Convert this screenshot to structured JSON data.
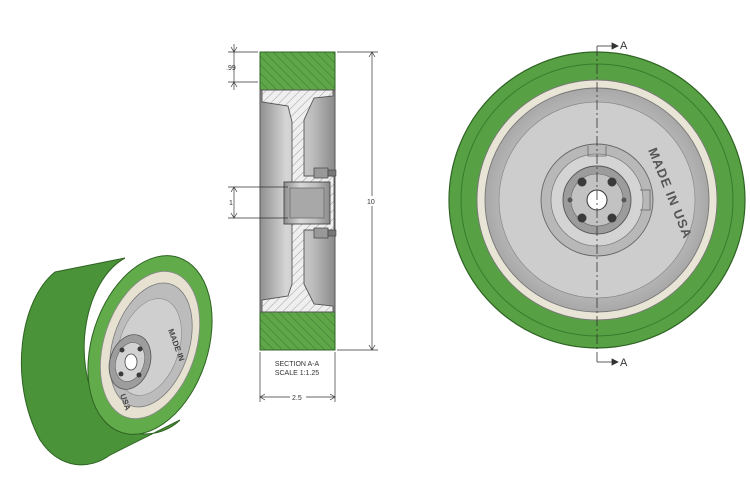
{
  "drawing": {
    "section_view": {
      "caption_line1": "SECTION A-A",
      "caption_line2": "SCALE 1:1.25",
      "dim_tread_thickness": ".99",
      "dim_bore": "1",
      "dim_overall_diameter": "10",
      "dim_width": "2.5"
    },
    "front_view": {
      "section_label_top": "A",
      "section_label_bottom": "A",
      "hub_engraving": "MADE IN USA"
    },
    "iso_view": {
      "engraving_fragment_1": "MADE IN",
      "engraving_fragment_2": "USA"
    },
    "colors": {
      "tread_green": "#57a144",
      "tread_dark": "#3f7d30",
      "core_cream": "#e8e4d6",
      "hub_metal": "#c9c9c9",
      "hub_shadow": "#9a9a9a",
      "line": "#333333"
    }
  }
}
